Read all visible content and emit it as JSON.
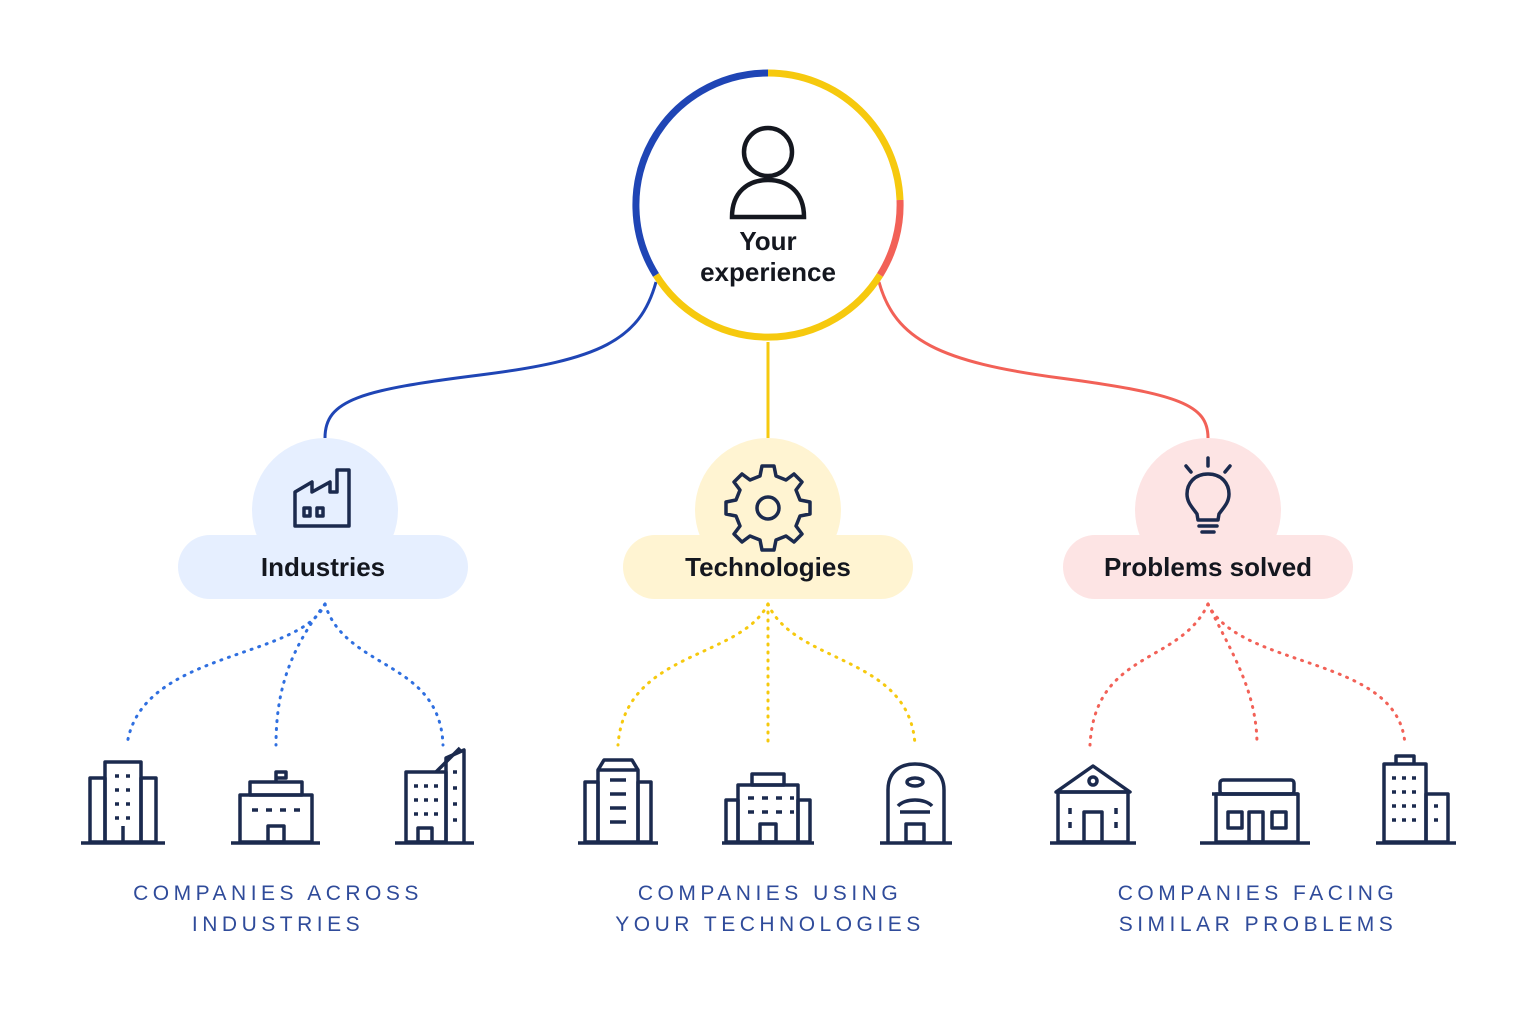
{
  "root": {
    "label_line1": "Your",
    "label_line2": "experience",
    "icon": "person-icon",
    "ring_colors": [
      "#1f45b5",
      "#f6c90e",
      "#f26157"
    ]
  },
  "branches": [
    {
      "id": "industries",
      "label": "Industries",
      "icon": "factory-icon",
      "color": "#1f45b5",
      "dot_color": "#2f6fe0",
      "fill": "#e6efff",
      "caption_line1": "COMPANIES ACROSS",
      "caption_line2": "INDUSTRIES",
      "building_icons": [
        "office-tower-icon",
        "office-building-icon",
        "highrise-building-icon"
      ]
    },
    {
      "id": "technologies",
      "label": "Technologies",
      "icon": "gear-icon",
      "color": "#f6c90e",
      "dot_color": "#f6c90e",
      "fill": "#fff4d2",
      "caption_line1": "COMPANIES USING",
      "caption_line2": "YOUR TECHNOLOGIES",
      "building_icons": [
        "tower-building-icon",
        "office-block-icon",
        "domed-building-icon"
      ]
    },
    {
      "id": "problems",
      "label": "Problems solved",
      "icon": "lightbulb-icon",
      "color": "#f26157",
      "dot_color": "#f26157",
      "fill": "#fde4e4",
      "caption_line1": "COMPANIES FACING",
      "caption_line2": "SIMILAR PROBLEMS",
      "building_icons": [
        "civic-building-icon",
        "storefront-icon",
        "apartment-building-icon"
      ]
    }
  ],
  "icon_color": "#1b2a4e"
}
